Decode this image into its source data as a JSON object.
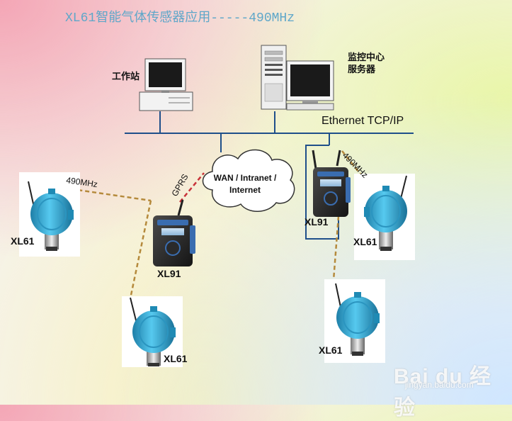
{
  "title": "XL61智能气体传感器应用-----490MHz",
  "workstation_label": "工作站",
  "server_label_line1": "监控中心",
  "server_label_line2": "服务器",
  "network_label": "Ethernet TCP/IP",
  "cloud_line1": "WAN / Intranet /",
  "cloud_line2": "Internet",
  "gprs_label": "GPRS",
  "radio_label_left": "490MHz",
  "radio_label_right": "490MHz",
  "transmitter_labels": {
    "xl91_left": "XL91",
    "xl91_right": "XL91"
  },
  "sensor_labels": {
    "left_top": "XL61",
    "left_bottom": "XL61",
    "right_top": "XL61",
    "right_bottom": "XL61"
  },
  "watermark": {
    "brand": "Bai du 经验",
    "url": "jingyan.baidu.com"
  },
  "colors": {
    "title": "#5fa7c9",
    "ethernet_line": "#1f4f8a",
    "radio_link": "#b58a3c",
    "gprs_link": "#c8323a",
    "sensor_body": "#3fb4dd"
  }
}
